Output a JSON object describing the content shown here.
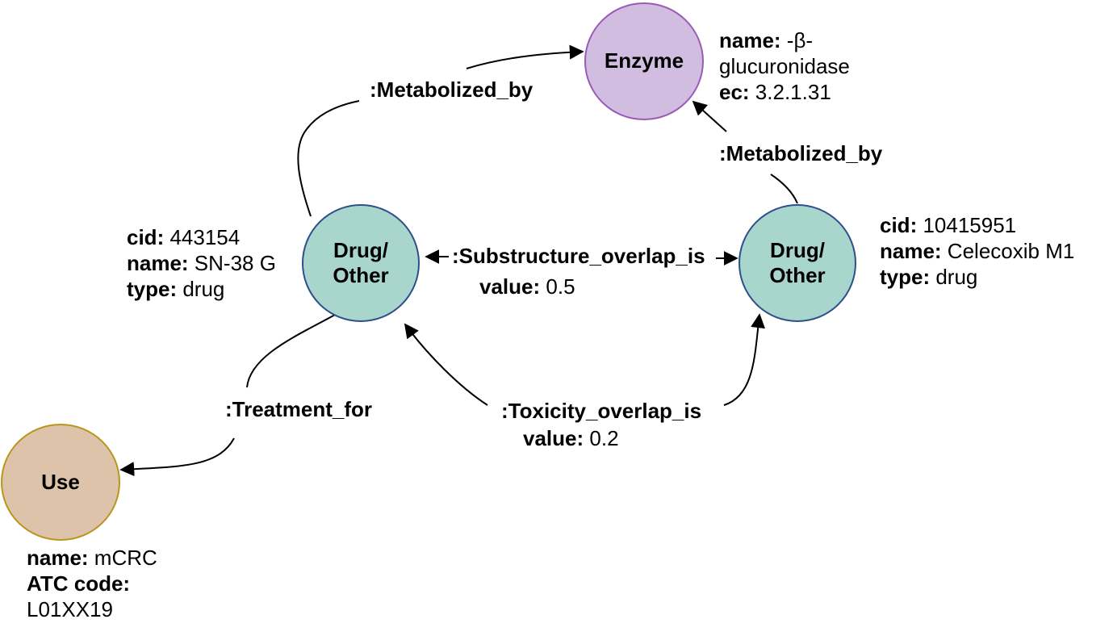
{
  "nodes": {
    "enzyme": {
      "label": "Enzyme",
      "fill": "#d0bde0",
      "stroke": "#9a5ab8"
    },
    "drug_left": {
      "label": "Drug/\nOther",
      "fill": "#a9d6cc",
      "stroke": "#2e4e8c"
    },
    "drug_right": {
      "label": "Drug/\nOther",
      "fill": "#a9d6cc",
      "stroke": "#2e4e8c"
    },
    "use": {
      "label": "Use",
      "fill": "#ddc3aa",
      "stroke": "#b8961c"
    }
  },
  "attributes": {
    "enzyme": {
      "name_key": "name:",
      "name_val": " -β-",
      "name_val2": "glucuronidase",
      "ec_key": "ec:",
      "ec_val": " 3.2.1.31"
    },
    "drug_left": {
      "cid_key": "cid:",
      "cid_val": " 443154",
      "name_key": "name:",
      "name_val": " SN-38 G",
      "type_key": "type:",
      "type_val": " drug"
    },
    "drug_right": {
      "cid_key": "cid:",
      "cid_val": " 10415951",
      "name_key": "name:",
      "name_val": " Celecoxib M1",
      "type_key": "type:",
      "type_val": " drug"
    },
    "use": {
      "name_key": "name:",
      "name_val": " mCRC",
      "atc_key": "ATC code:",
      "atc_val": "L01XX19"
    }
  },
  "edges": {
    "metabolized_left": {
      "label": ":Metabolized_by"
    },
    "metabolized_right": {
      "label": ":Metabolized_by"
    },
    "substructure": {
      "label": ":Substructure_overlap_is",
      "value_key": "value:",
      "value_val": " 0.5"
    },
    "toxicity": {
      "label": ":Toxicity_overlap_is",
      "value_key": "value:",
      "value_val": " 0.2"
    },
    "treatment": {
      "label": ":Treatment_for"
    }
  }
}
